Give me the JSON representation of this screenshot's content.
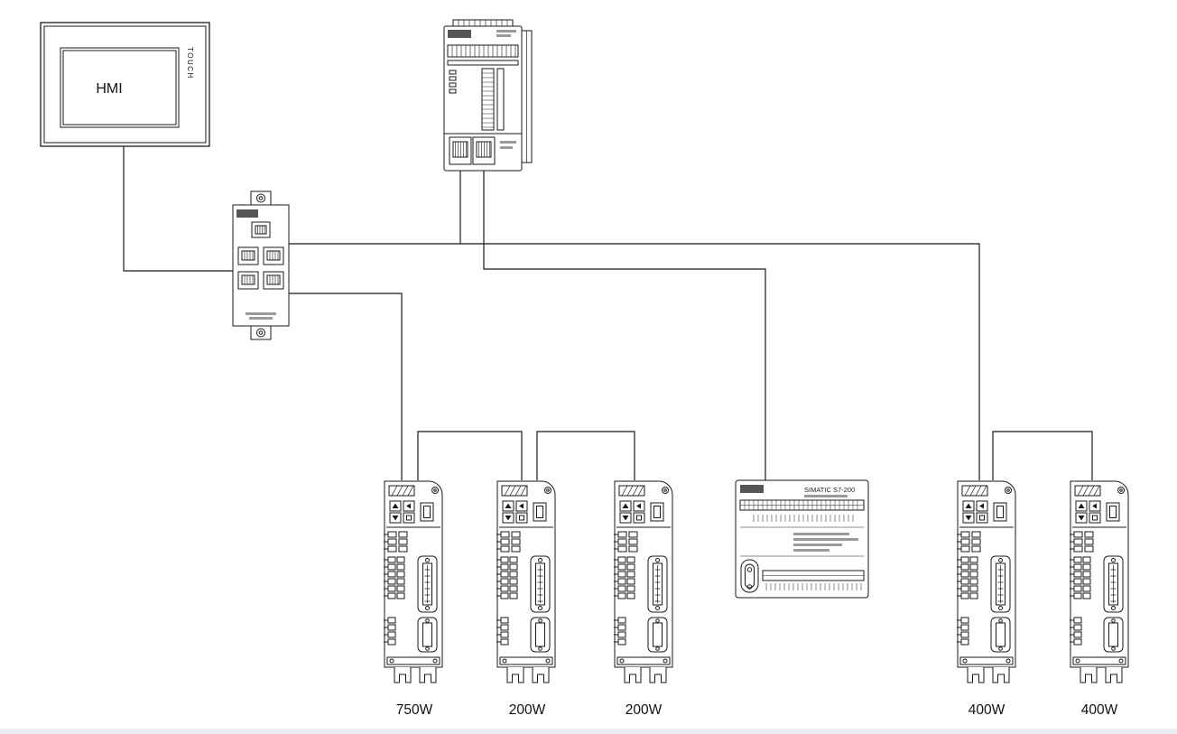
{
  "diagram": {
    "hmi": {
      "label": "HMI",
      "touch_label": "TOUCH"
    },
    "expansion_module": {
      "title": "SIMATIC S7-200"
    },
    "drives": [
      {
        "power": "750W"
      },
      {
        "power": "200W"
      },
      {
        "power": "200W"
      },
      {
        "power": "400W"
      },
      {
        "power": "400W"
      }
    ],
    "colors": {
      "line": "#1a1a1a"
    }
  }
}
